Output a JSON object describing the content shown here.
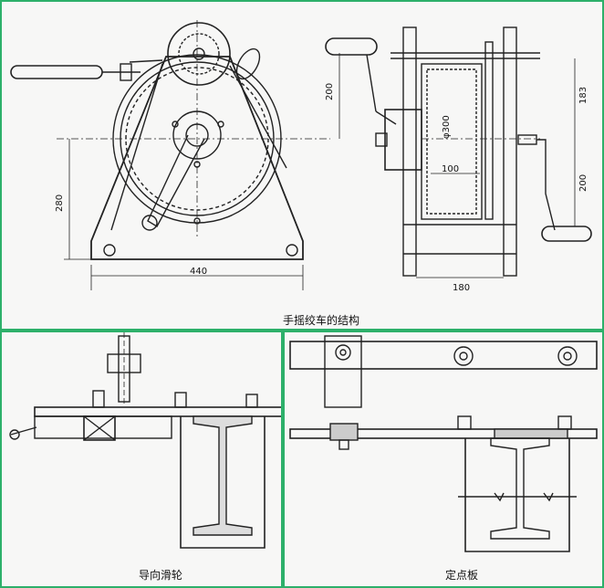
{
  "captions": {
    "main": "手摇绞车的结构",
    "guide_pulley": "导向滑轮",
    "anchor_plate": "定点板"
  },
  "dimensions": {
    "height_280": "280",
    "width_440": "440",
    "height_200_left": "200",
    "diameter_300": "φ300",
    "length_100": "100",
    "width_180": "180",
    "height_183": "183",
    "height_200_right": "200"
  },
  "colors": {
    "frame_border": "#2db06a",
    "line": "#222222"
  }
}
